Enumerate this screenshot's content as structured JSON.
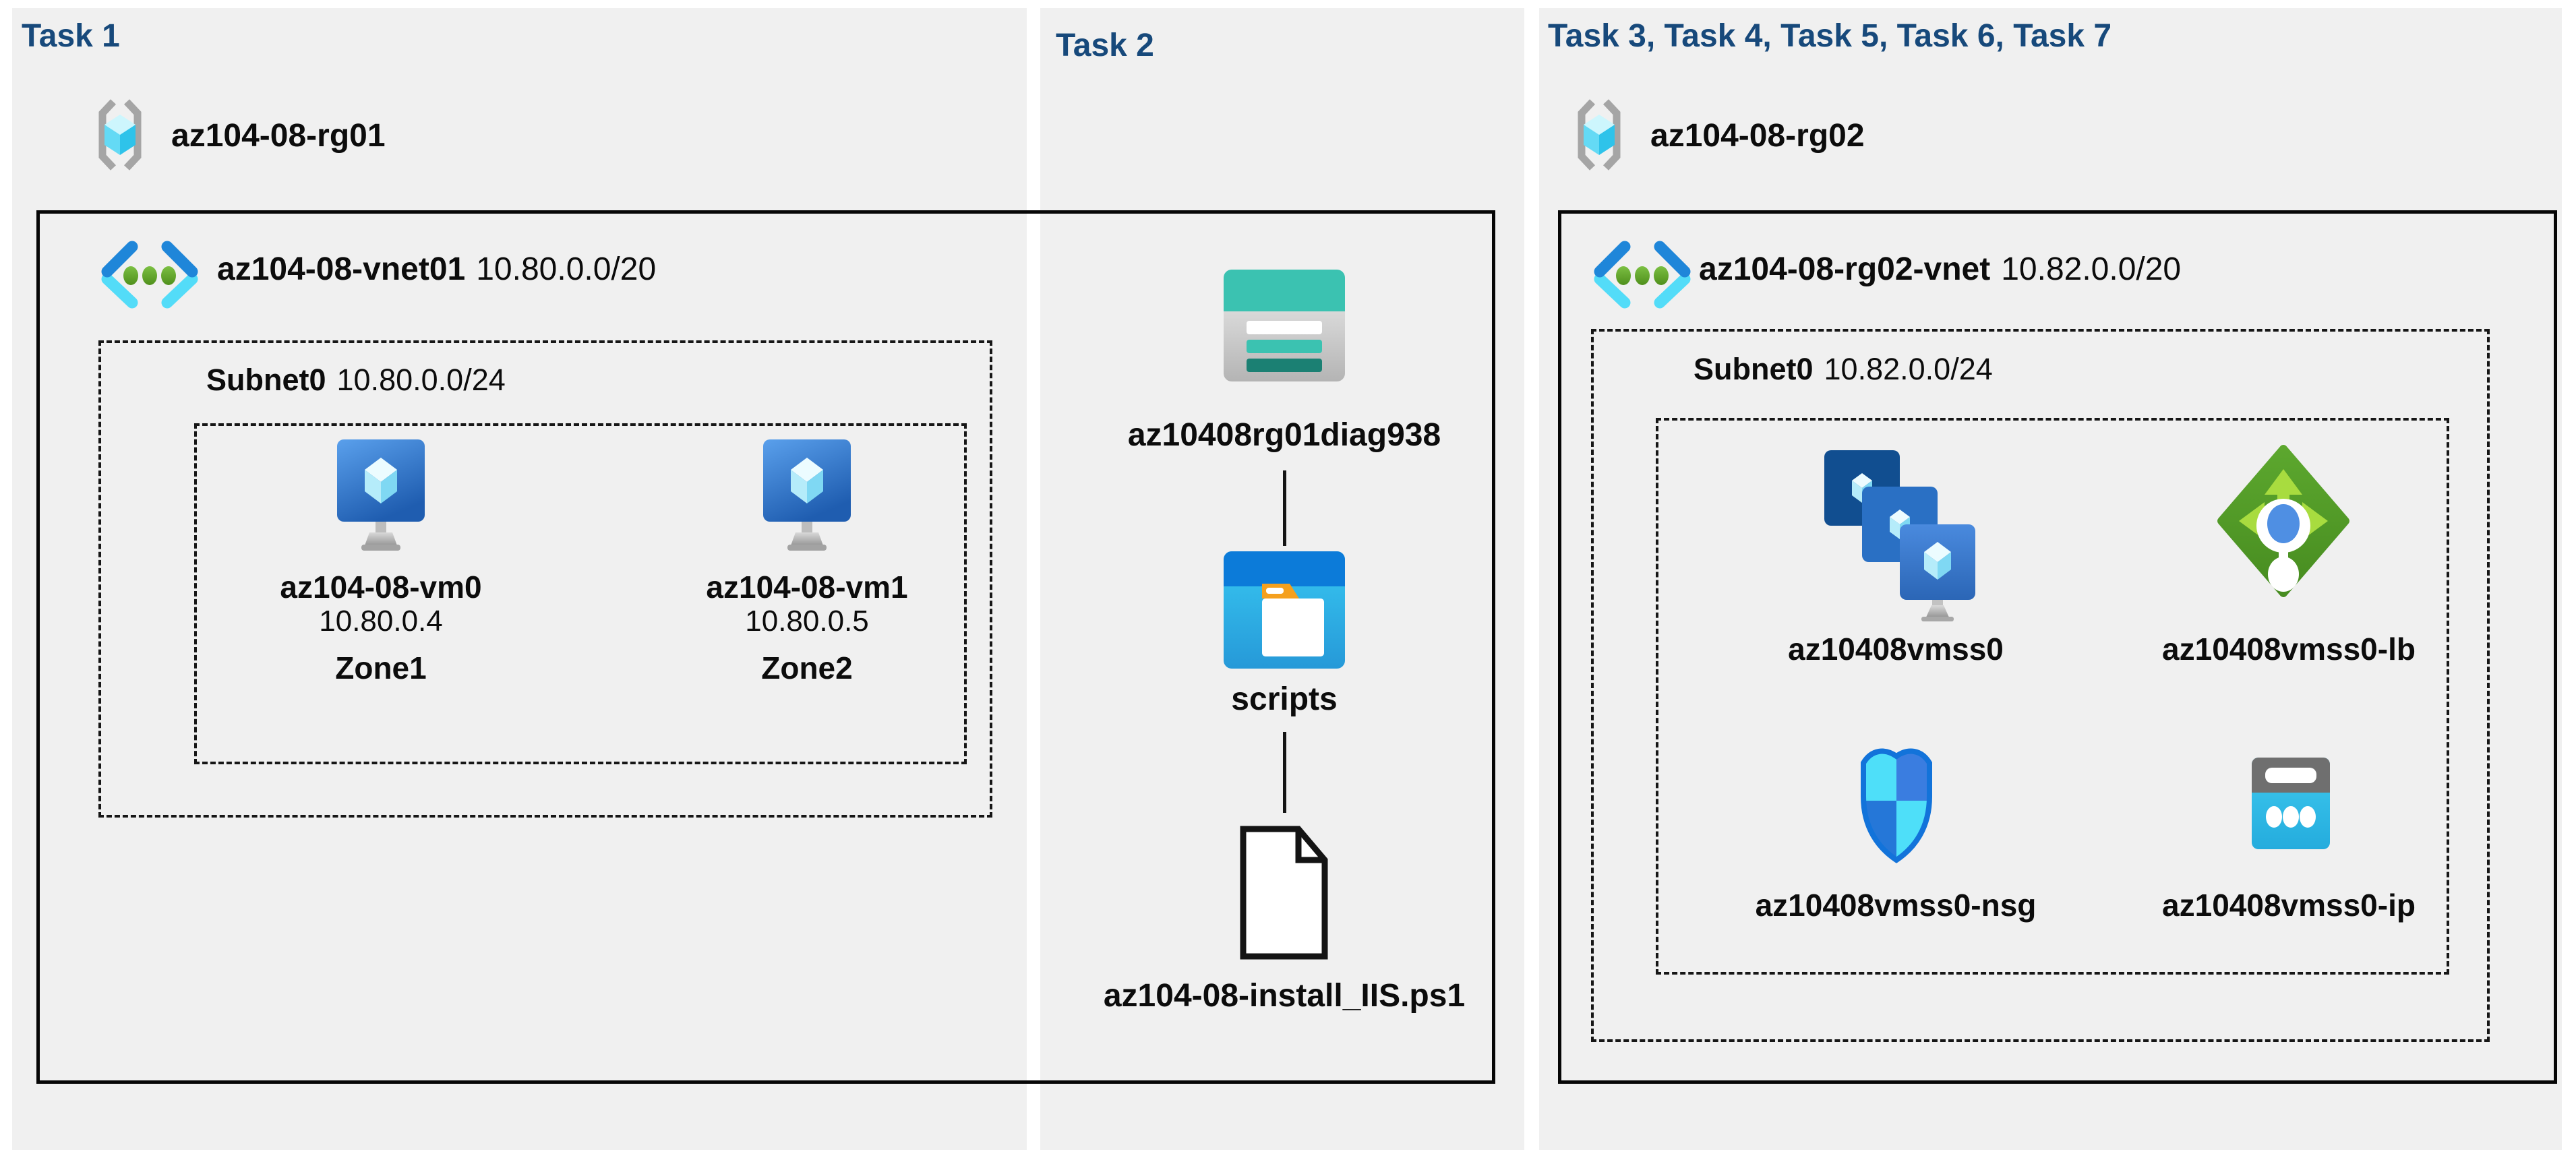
{
  "colors": {
    "title_navy": "#17497B",
    "panel_bg": "#F0F0F0",
    "text": "#0C0C0C",
    "storage_teal": "#3BC2B1",
    "storage_teal_dark": "#1B8073",
    "container_blue": "#0C7BD9",
    "public_ip_cyan": "#3CC8EF",
    "lb_green": "#55A02A",
    "nsg_blue": "#1273DA"
  },
  "panel1": {
    "title": "Task 1",
    "resource_group": "az104-08-rg01",
    "vnet_name": "az104-08-vnet01",
    "vnet_cidr": "10.80.0.0/20",
    "subnet_name": "Subnet0",
    "subnet_cidr": "10.80.0.0/24",
    "vms": [
      {
        "name": "az104-08-vm0",
        "ip": "10.80.0.4",
        "zone": "Zone1"
      },
      {
        "name": "az104-08-vm1",
        "ip": "10.80.0.5",
        "zone": "Zone2"
      }
    ]
  },
  "panel2": {
    "title": "Task 2",
    "storage_account": "az10408rg01diag938",
    "container": "scripts",
    "script_file": "az104-08-install_IIS.ps1"
  },
  "panel3": {
    "title": "Task 3, Task 4, Task 5, Task 6, Task 7",
    "resource_group": "az104-08-rg02",
    "vnet_name": "az104-08-rg02-vnet",
    "vnet_cidr": "10.82.0.0/20",
    "subnet_name": "Subnet0",
    "subnet_cidr": "10.82.0.0/24",
    "vmss": "az10408vmss0",
    "load_balancer": "az10408vmss0-lb",
    "nsg": "az10408vmss0-nsg",
    "public_ip": "az10408vmss0-ip"
  }
}
